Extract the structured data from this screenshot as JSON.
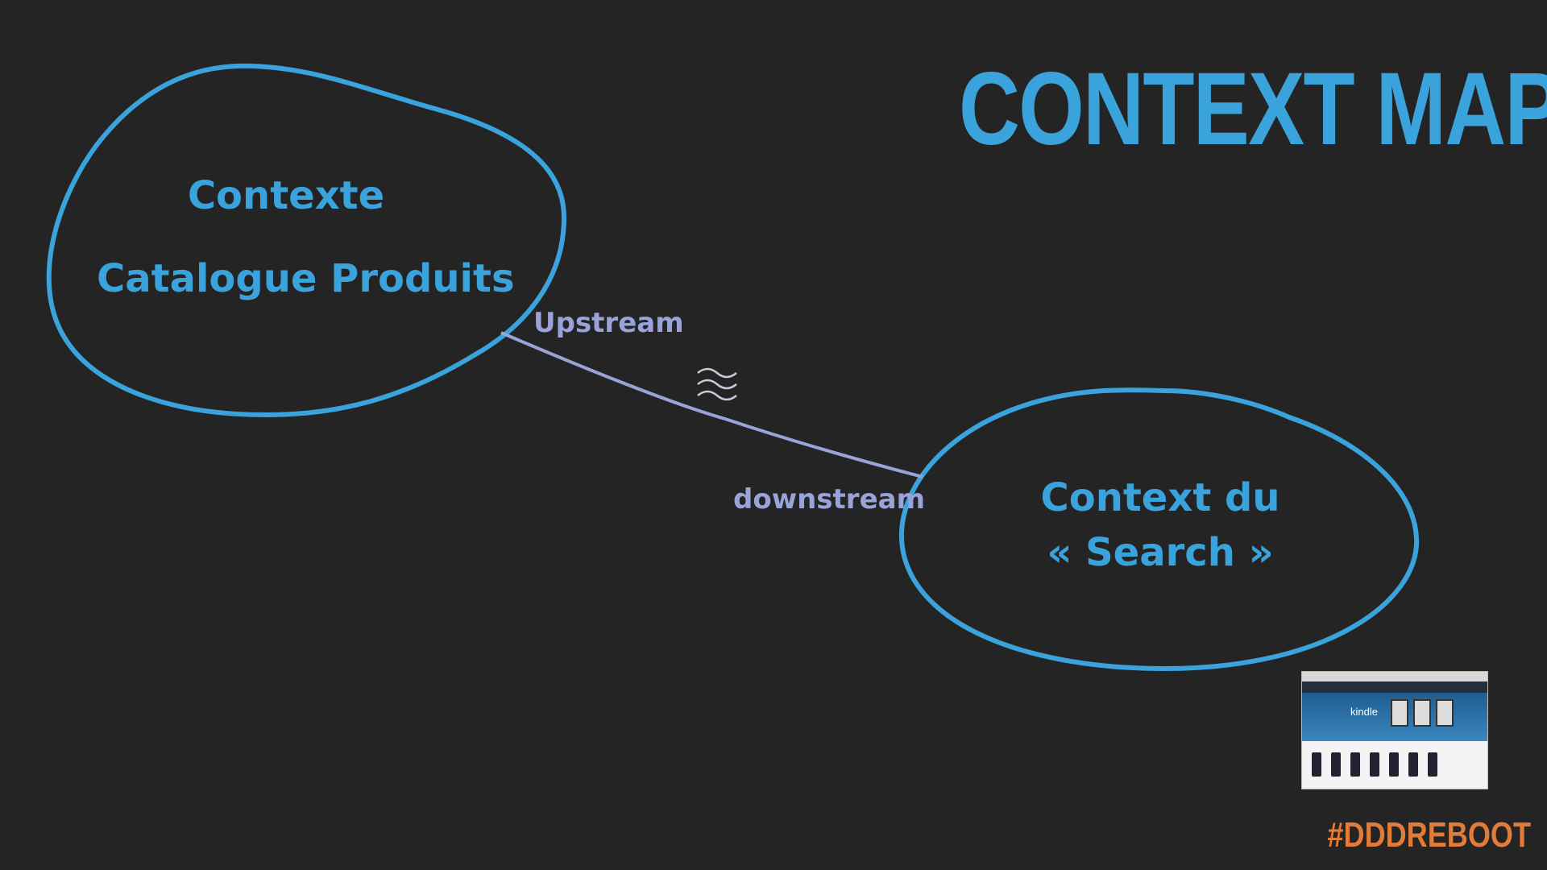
{
  "title": "CONTEXT MAP",
  "contexts": [
    {
      "line1": "Contexte",
      "line2": "Catalogue Produits"
    },
    {
      "line1": "Context du",
      "line2": "« Search »"
    }
  ],
  "relationship": {
    "upstream": "Upstream",
    "downstream": "downstream",
    "symbol": "≈"
  },
  "hashtag": "#DDDREBOOT",
  "colors": {
    "background": "#242424",
    "accent": "#3aa3dc",
    "relation": "#9aa3d8",
    "hashtag": "#e07b3a"
  },
  "thumbnail": {
    "label": "kindle"
  }
}
